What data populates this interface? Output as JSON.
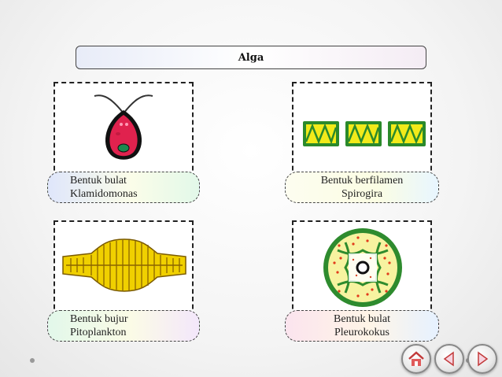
{
  "title": "Alga",
  "cards": [
    {
      "line1": "Bentuk bulat",
      "line2": "Klamidomonas",
      "icon": "chlamydomonas-cell"
    },
    {
      "line1": "Bentuk berfilamen",
      "line2": "Spirogira",
      "icon": "spirogyra-filament"
    },
    {
      "line1": "Bentuk bujur",
      "line2": "Pitoplankton",
      "icon": "phytoplankton-diatom"
    },
    {
      "line1": "Bentuk bulat",
      "line2": "Pleurokokus",
      "icon": "pleurococcus-cell"
    }
  ],
  "nav": {
    "buttons": [
      "home-icon",
      "previous-icon",
      "next-icon"
    ]
  },
  "colors": {
    "accent_pink": "#f2a9c8",
    "nav_red": "#d9534f",
    "slide_bg": "#f4f4f4"
  }
}
